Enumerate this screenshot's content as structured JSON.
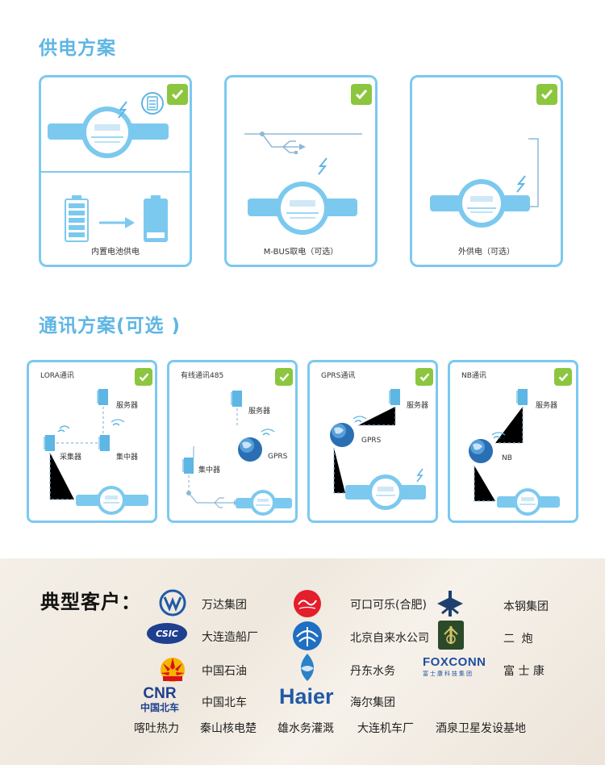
{
  "power": {
    "title": "供电方案",
    "cards": [
      {
        "caption": "内置电池供电"
      },
      {
        "caption": "M-BUS取电（可选）"
      },
      {
        "caption": "外供电（可选）"
      }
    ]
  },
  "comm": {
    "title": "通讯方案(可选 )",
    "cards": [
      {
        "label": "LORA通讯",
        "server": "服务器",
        "collector": "采集器",
        "concentrator": "集中器"
      },
      {
        "label": "有线通讯485",
        "server": "服务器",
        "concentrator": "集中器",
        "gprs": "GPRS"
      },
      {
        "label": "GPRS通讯",
        "server": "服务器",
        "gprs": "GPRS"
      },
      {
        "label": "NB通讯",
        "server": "服务器",
        "nb": "NB"
      }
    ]
  },
  "customers": {
    "title": "典型客户：",
    "items": [
      {
        "name": "万达集团",
        "icon": "wanda-logo"
      },
      {
        "name": "可口可乐(合肥)",
        "icon": "coca-cola-logo"
      },
      {
        "name": "本钢集团",
        "icon": "bengang-logo"
      },
      {
        "name": "大连造船厂",
        "icon": "csic-logo"
      },
      {
        "name": "北京自来水公司",
        "icon": "beijing-water-logo"
      },
      {
        "name": "二  炮",
        "icon": "erpao-logo"
      },
      {
        "name": "中国石油",
        "icon": "petrochina-logo"
      },
      {
        "name": "丹东水务",
        "icon": "dandong-water-logo"
      },
      {
        "name": "富 士 康",
        "icon": "foxconn-logo"
      },
      {
        "name": "中国北车",
        "icon": "cnr-logo"
      },
      {
        "name": "海尔集团",
        "icon": "haier-logo"
      }
    ],
    "logo_text": {
      "csic": "CSIC",
      "foxconn": "FOXCONN",
      "foxconn_sub": "富士康科技集团",
      "cnr": "CNR",
      "cnr_sub": "中国北车",
      "haier": "Haier"
    },
    "bottom_row": [
      "喀吐热力",
      "秦山核电楚",
      "雄水务灌溉",
      "大连机车厂",
      "酒泉卫星发设基地"
    ]
  },
  "colors": {
    "accent": "#5eb6e4",
    "border": "#7cc9ef",
    "check": "#8cc63f",
    "meter": "#7cc9ef",
    "line": "#8fb8d6"
  }
}
